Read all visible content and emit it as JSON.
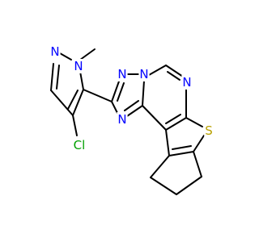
{
  "molecule": {
    "atoms": [
      {
        "id": "n_me",
        "symbol": "N",
        "color": "#0000ff"
      },
      {
        "id": "n_pz2",
        "symbol": "N",
        "color": "#0000ff"
      },
      {
        "id": "methyl",
        "symbol": "",
        "color": "#000000"
      },
      {
        "id": "cl",
        "symbol": "Cl",
        "color": "#00a000"
      },
      {
        "id": "n_tz1",
        "symbol": "N",
        "color": "#0000ff"
      },
      {
        "id": "n_tz2",
        "symbol": "N",
        "color": "#0000ff"
      },
      {
        "id": "n_tz3",
        "symbol": "N",
        "color": "#0000ff"
      },
      {
        "id": "n_pym",
        "symbol": "N",
        "color": "#0000ff"
      },
      {
        "id": "s",
        "symbol": "S",
        "color": "#b8a000"
      }
    ]
  }
}
